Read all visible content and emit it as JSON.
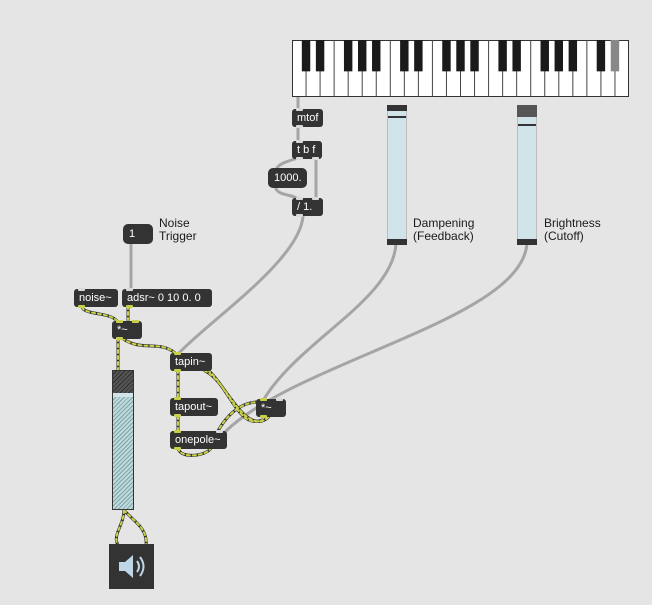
{
  "objects": {
    "mtof": "mtof",
    "tbf": "t b f",
    "div": "/ 1.",
    "noise": "noise~",
    "adsr": "adsr~ 0 10 0. 0",
    "mult1": "*~",
    "tapin": "tapin~",
    "tapout": "tapout~",
    "onepole": "onepole~",
    "mult2": "*~"
  },
  "number_boxes": {
    "trigger": "1",
    "thousand": "1000."
  },
  "comments": {
    "noise_trigger": [
      "Noise",
      "Trigger"
    ],
    "dampening": [
      "Dampening",
      "(Feedback)"
    ],
    "brightness": [
      "Brightness",
      "(Cutoff)"
    ]
  },
  "sliders": {
    "dampening_level": 0.93,
    "brightness_level": 0.86
  },
  "keyboard": {
    "white_keys": 24,
    "highlighted_black_key": 16
  },
  "colors": {
    "object": "#333333",
    "patch_cord": "#a5a5a5",
    "signal_cord": "#c8d04a",
    "background": "#e5e5e5",
    "slider_fill": "#cfe3e8"
  },
  "icons": {
    "dac": "speaker-icon"
  }
}
